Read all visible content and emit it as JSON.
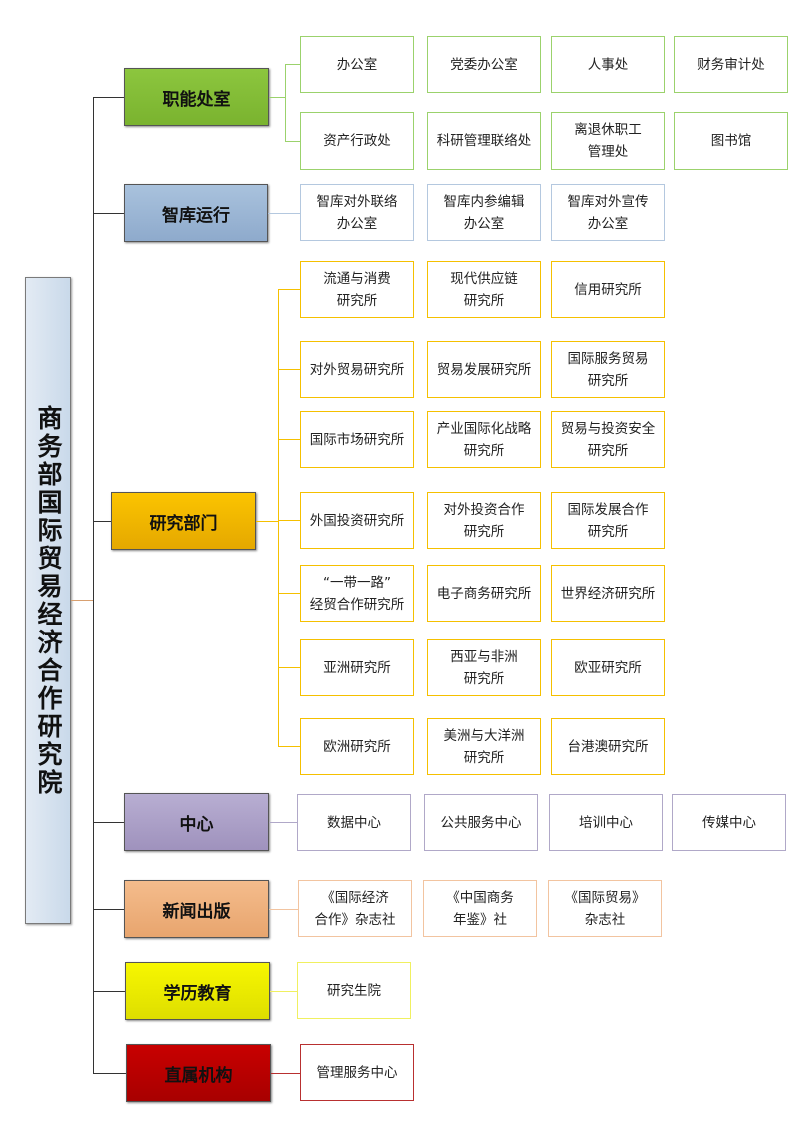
{
  "root": {
    "title": "商务部国际贸易经济合作研究院"
  },
  "categories": [
    {
      "label": "职能处室",
      "color": "#8cc63e",
      "color2": "#7ab32f",
      "line": "#9bd26c",
      "children": [
        "办公室",
        "党委办公室",
        "人事处",
        "财务审计处",
        "资产行政处",
        "科研管理联络处",
        "离退休职工\n管理处",
        "图书馆"
      ]
    },
    {
      "label": "智库运行",
      "color": "#a9c2dd",
      "color2": "#8eaacc",
      "line": "#b4c8df",
      "children": [
        "智库对外联络\n办公室",
        "智库内参编辑\n办公室",
        "智库对外宣传\n办公室"
      ]
    },
    {
      "label": "研究部门",
      "color": "#fbc400",
      "color2": "#e5a800",
      "line": "#f5c000",
      "children": [
        "流通与消费\n研究所",
        "现代供应链\n研究所",
        "信用研究所",
        "对外贸易研究所",
        "贸易发展研究所",
        "国际服务贸易\n研究所",
        "国际市场研究所",
        "产业国际化战略\n研究所",
        "贸易与投资安全\n研究所",
        "外国投资研究所",
        "对外投资合作\n研究所",
        "国际发展合作\n研究所",
        "“一带一路”\n经贸合作研究所",
        "电子商务研究所",
        "世界经济研究所",
        "亚洲研究所",
        "西亚与非洲\n研究所",
        "欧亚研究所",
        "欧洲研究所",
        "美洲与大洋洲\n研究所",
        "台港澳研究所"
      ]
    },
    {
      "label": "中心",
      "color": "#b8aed2",
      "color2": "#9f92bd",
      "line": "#b0a8c8",
      "children": [
        "数据中心",
        "公共服务中心",
        "培训中心",
        "传媒中心"
      ]
    },
    {
      "label": "新闻出版",
      "color": "#f4bc8c",
      "color2": "#e8a56e",
      "line": "#f2c4a0",
      "children": [
        "《国际经济\n合作》杂志社",
        "《中国商务\n年鉴》社",
        "《国际贸易》\n杂志社"
      ]
    },
    {
      "label": "学历教育",
      "color": "#f7f700",
      "color2": "#dede00",
      "line": "#f0f060",
      "children": [
        "研究生院"
      ]
    },
    {
      "label": "直属机构",
      "color": "#c80000",
      "color2": "#a80000",
      "line": "#b83030",
      "children": [
        "管理服务中心"
      ]
    }
  ]
}
